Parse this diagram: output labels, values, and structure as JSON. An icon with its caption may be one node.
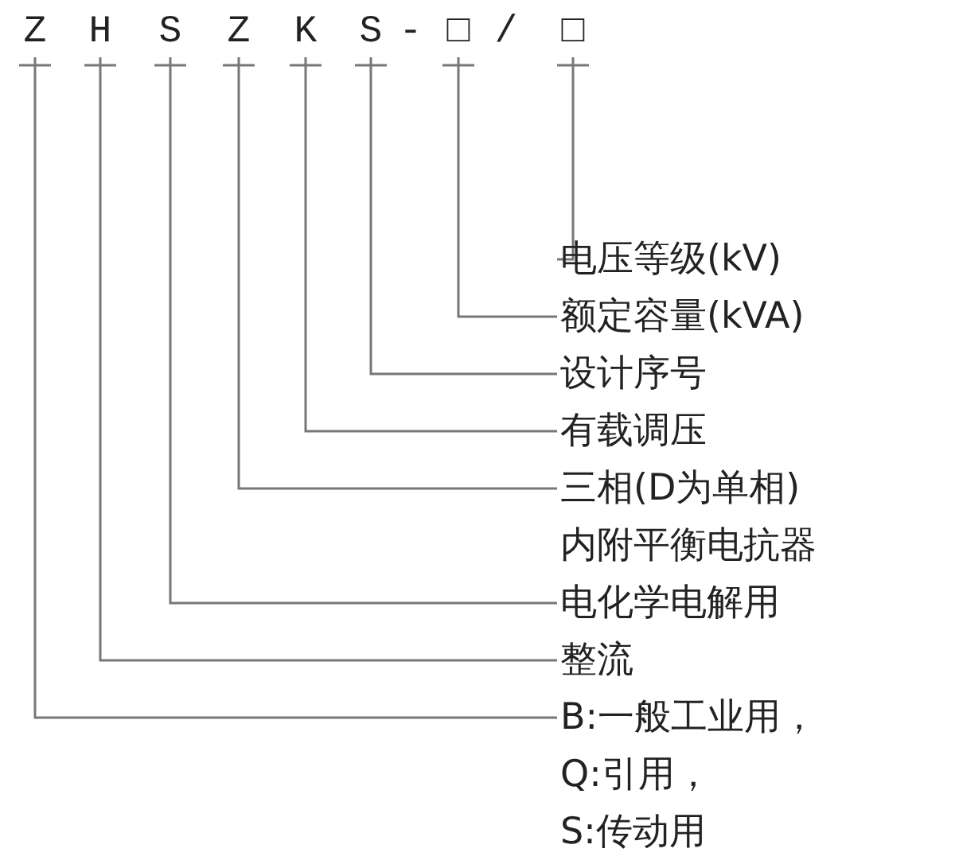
{
  "diagram": {
    "nodes": [
      {
        "text": [
          "Z"
        ]
      },
      {
        "text": [
          "H"
        ]
      },
      {
        "text": [
          "S"
        ]
      },
      {
        "text": [
          "Z"
        ]
      },
      {
        "text": [
          "K"
        ]
      },
      {
        "text": [
          "S"
        ]
      },
      {
        "text": [
          "-"
        ]
      },
      {
        "text": [
          "□"
        ]
      },
      {
        "text": [
          "/"
        ]
      },
      {
        "text": [
          "□"
        ]
      },
      {
        "text": [
          "电压等级(kV)"
        ]
      },
      {
        "text": [
          "额定容量(kVA)"
        ]
      },
      {
        "text": [
          "设计序号"
        ]
      },
      {
        "text": [
          "有载调压"
        ]
      },
      {
        "text": [
          "三相(D为单相)"
        ]
      },
      {
        "text": [
          "内附平衡电抗器"
        ]
      },
      {
        "text": [
          "电化学电解用"
        ]
      },
      {
        "text": [
          "整流"
        ]
      },
      {
        "text": [
          "B:一般工业用，",
          "Q:引用，",
          "S:传动用"
        ]
      }
    ],
    "edges": [
      {
        "from": 9,
        "to": 10,
        "arrow": "none"
      },
      {
        "from": 7,
        "to": 11,
        "arrow": "none"
      },
      {
        "from": 5,
        "to": 12,
        "arrow": "none"
      },
      {
        "from": 4,
        "to": 13,
        "arrow": "none"
      },
      {
        "from": 3,
        "to": 14,
        "arrow": "none"
      },
      {
        "from": 2,
        "to": 16,
        "arrow": "none"
      },
      {
        "from": 1,
        "to": 17,
        "arrow": "none"
      },
      {
        "from": 0,
        "to": 18,
        "arrow": "none"
      }
    ]
  }
}
